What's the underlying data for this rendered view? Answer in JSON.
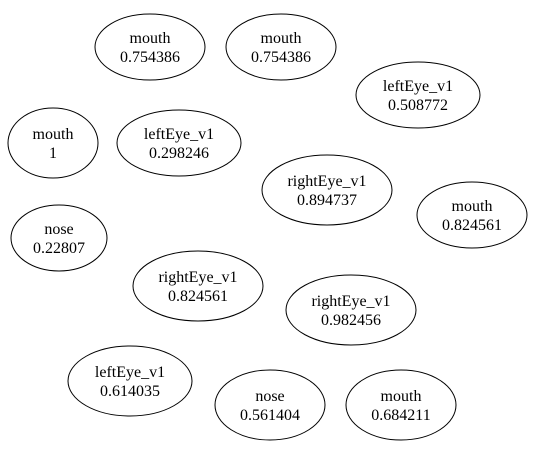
{
  "nodes": [
    {
      "label": "mouth",
      "value": "0.754386"
    },
    {
      "label": "mouth",
      "value": "0.754386"
    },
    {
      "label": "leftEye_v1",
      "value": "0.508772"
    },
    {
      "label": "mouth",
      "value": "1"
    },
    {
      "label": "leftEye_v1",
      "value": "0.298246"
    },
    {
      "label": "rightEye_v1",
      "value": "0.894737"
    },
    {
      "label": "mouth",
      "value": "0.824561"
    },
    {
      "label": "nose",
      "value": "0.22807"
    },
    {
      "label": "rightEye_v1",
      "value": "0.824561"
    },
    {
      "label": "rightEye_v1",
      "value": "0.982456"
    },
    {
      "label": "leftEye_v1",
      "value": "0.614035"
    },
    {
      "label": "nose",
      "value": "0.561404"
    },
    {
      "label": "mouth",
      "value": "0.684211"
    }
  ]
}
